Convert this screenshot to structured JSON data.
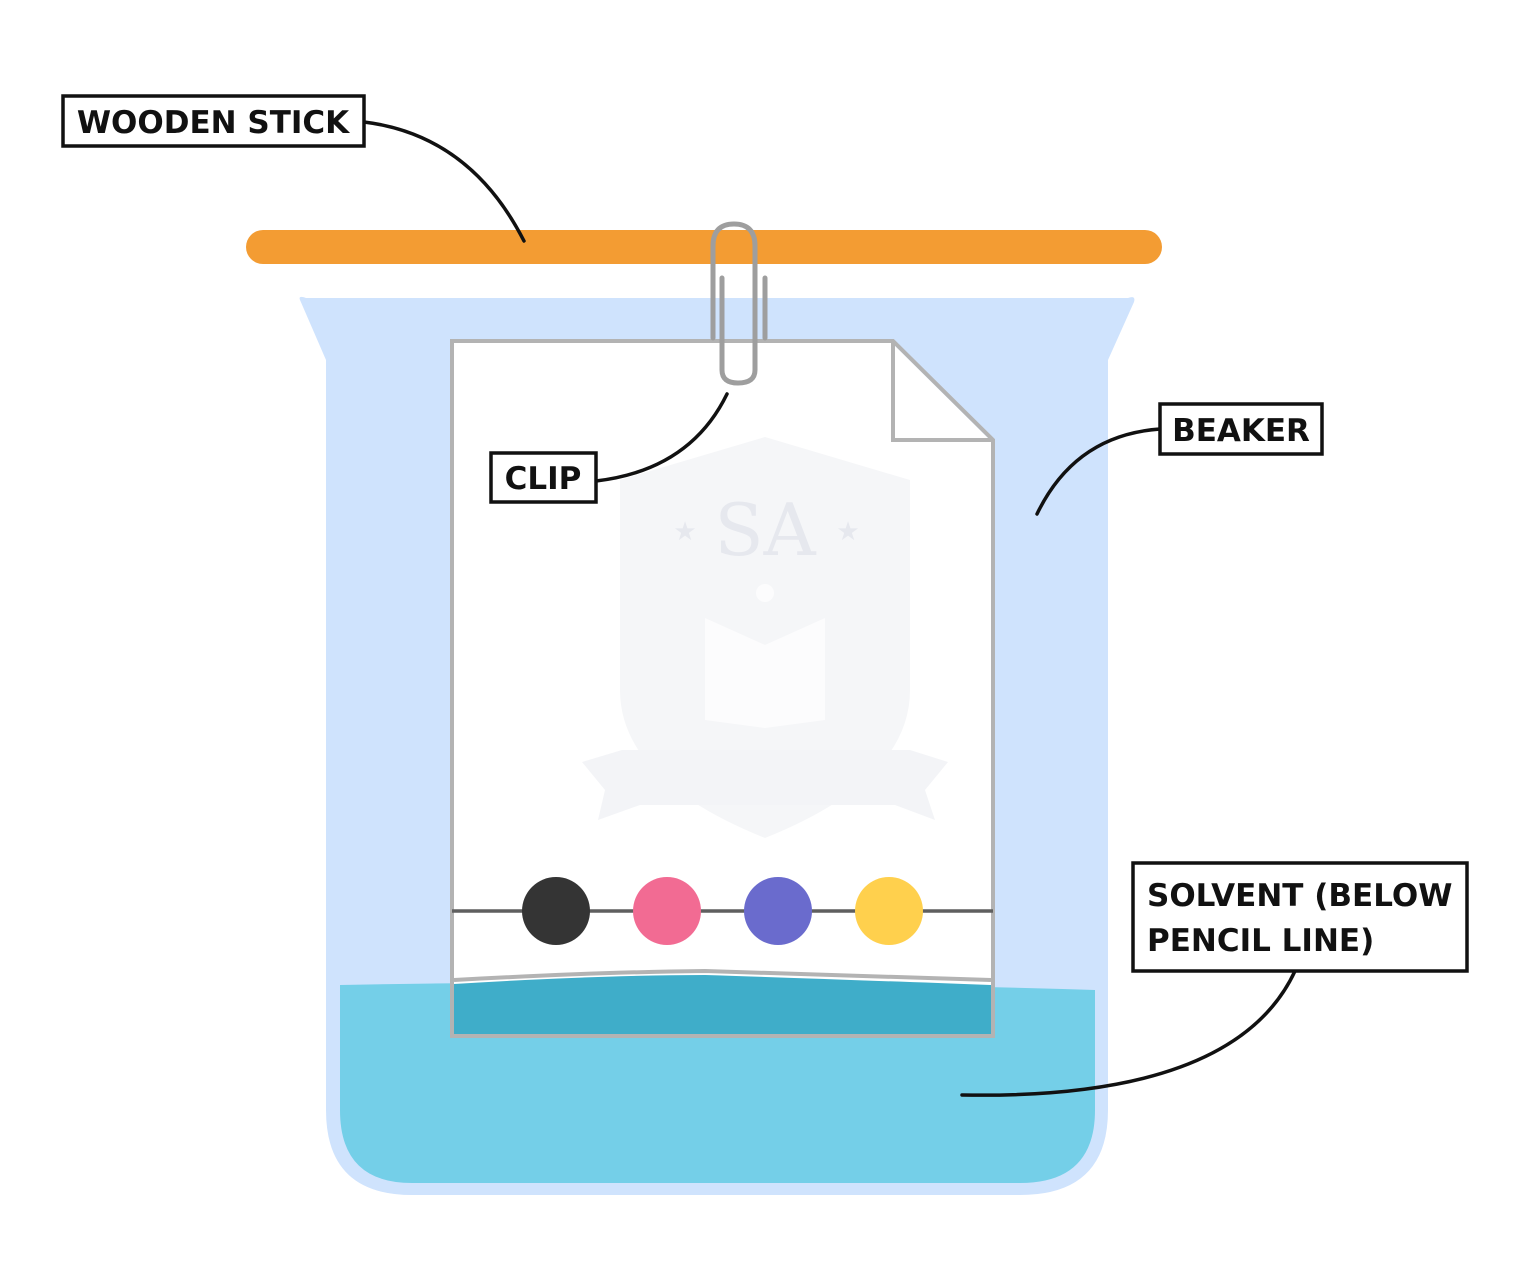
{
  "diagram": {
    "title": "Paper chromatography apparatus",
    "labels": {
      "wooden_stick": "WOODEN STICK",
      "clip": "CLIP",
      "beaker": "BEAKER",
      "solvent_line1": "SOLVENT (BELOW",
      "solvent_line2": "PENCIL LINE)"
    },
    "watermark": {
      "text": "SA",
      "stars": "★"
    },
    "ink_spots": [
      {
        "name": "black",
        "color": "#343434"
      },
      {
        "name": "pink",
        "color": "#f26b93"
      },
      {
        "name": "purple",
        "color": "#6a6bcd"
      },
      {
        "name": "yellow",
        "color": "#ffd04d"
      }
    ],
    "colors": {
      "stick": "#f39c33",
      "beaker": "#cfe3fd",
      "solvent": "#74cfe8",
      "solvent_in_paper": "#3fadc9",
      "paper_border": "#b3b3b3",
      "clip": "#9e9e9e",
      "pencil_line": "#5f5f5f"
    }
  }
}
